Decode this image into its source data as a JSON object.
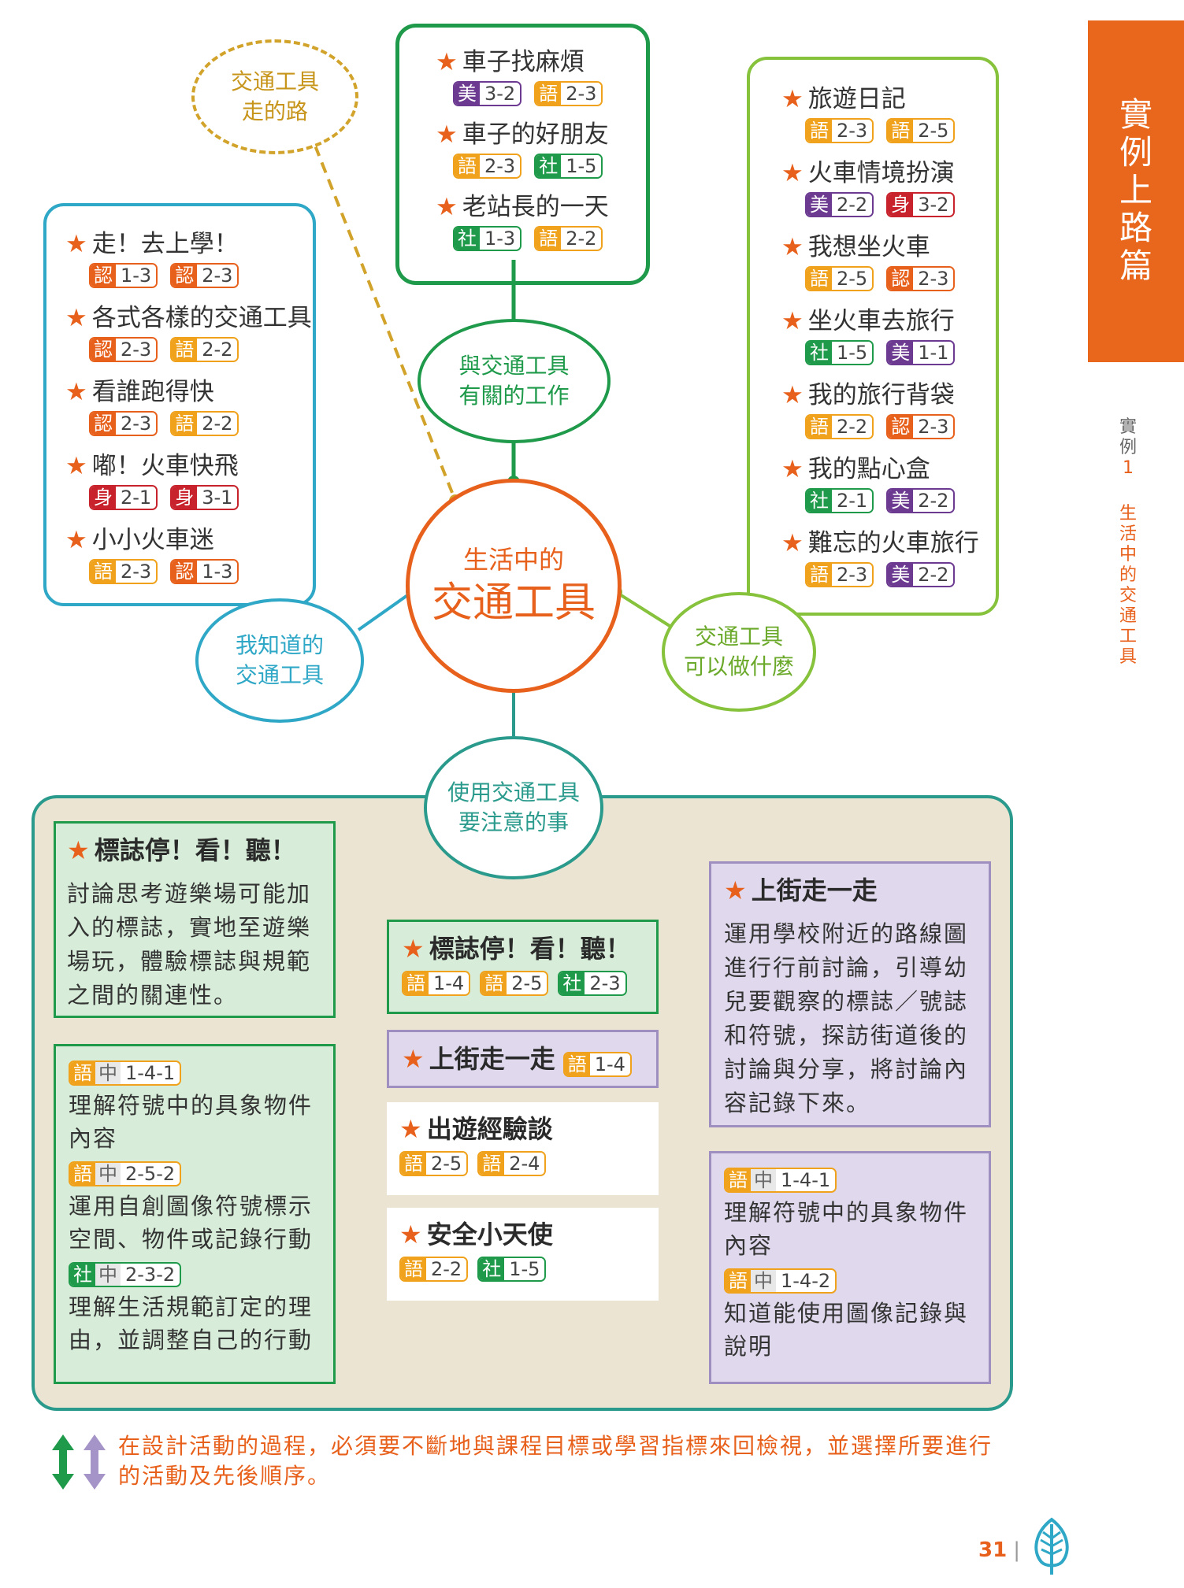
{
  "colors": {
    "orange": "#e8611c",
    "green": "#1e9a4a",
    "lime": "#86c23c",
    "teal": "#2fa7c6",
    "yellow": "#d2a32a",
    "purple": "#9f8fc0",
    "tan": "#ece4d2",
    "border_teal": "#2a9a8c"
  },
  "center": {
    "line1": "生活中的",
    "line2": "交通工具"
  },
  "topics": {
    "roads": [
      "交通工具",
      "走的路"
    ],
    "jobs": [
      "與交通工具",
      "有關的工作"
    ],
    "know": [
      "我知道的",
      "交通工具"
    ],
    "do": [
      "交通工具",
      "可以做什麼"
    ],
    "caution": [
      "使用交通工具",
      "要注意的事"
    ]
  },
  "star": "★",
  "jobs_list": [
    {
      "title": "車子找麻煩",
      "tags": [
        {
          "d": "美",
          "c": "3-2",
          "color": "#6c3b91"
        },
        {
          "d": "語",
          "c": "2-3",
          "color": "#f0a21c"
        }
      ]
    },
    {
      "title": "車子的好朋友",
      "tags": [
        {
          "d": "語",
          "c": "2-3",
          "color": "#f0a21c"
        },
        {
          "d": "社",
          "c": "1-5",
          "color": "#1e9a4a"
        }
      ]
    },
    {
      "title": "老站長的一天",
      "tags": [
        {
          "d": "社",
          "c": "1-3",
          "color": "#1e9a4a"
        },
        {
          "d": "語",
          "c": "2-2",
          "color": "#f0a21c"
        }
      ]
    }
  ],
  "know_list": [
    {
      "title": "走！去上學！",
      "tags": [
        {
          "d": "認",
          "c": "1-3",
          "color": "#e8611c"
        },
        {
          "d": "認",
          "c": "2-3",
          "color": "#e8611c"
        }
      ]
    },
    {
      "title": "各式各樣的交通工具",
      "tags": [
        {
          "d": "認",
          "c": "2-3",
          "color": "#e8611c"
        },
        {
          "d": "語",
          "c": "2-2",
          "color": "#f0a21c"
        }
      ]
    },
    {
      "title": "看誰跑得快",
      "tags": [
        {
          "d": "認",
          "c": "2-3",
          "color": "#e8611c"
        },
        {
          "d": "語",
          "c": "2-2",
          "color": "#f0a21c"
        }
      ]
    },
    {
      "title": "嘟！火車快飛",
      "tags": [
        {
          "d": "身",
          "c": "2-1",
          "color": "#c8232c"
        },
        {
          "d": "身",
          "c": "3-1",
          "color": "#c8232c"
        }
      ]
    },
    {
      "title": "小小火車迷",
      "tags": [
        {
          "d": "語",
          "c": "2-3",
          "color": "#f0a21c"
        },
        {
          "d": "認",
          "c": "1-3",
          "color": "#e8611c"
        }
      ]
    }
  ],
  "do_list": [
    {
      "title": "旅遊日記",
      "tags": [
        {
          "d": "語",
          "c": "2-3",
          "color": "#f0a21c"
        },
        {
          "d": "語",
          "c": "2-5",
          "color": "#f0a21c"
        }
      ]
    },
    {
      "title": "火車情境扮演",
      "tags": [
        {
          "d": "美",
          "c": "2-2",
          "color": "#6c3b91"
        },
        {
          "d": "身",
          "c": "3-2",
          "color": "#c8232c"
        }
      ]
    },
    {
      "title": "我想坐火車",
      "tags": [
        {
          "d": "語",
          "c": "2-5",
          "color": "#f0a21c"
        },
        {
          "d": "認",
          "c": "2-3",
          "color": "#e8611c"
        }
      ]
    },
    {
      "title": "坐火車去旅行",
      "tags": [
        {
          "d": "社",
          "c": "1-5",
          "color": "#1e9a4a"
        },
        {
          "d": "美",
          "c": "1-1",
          "color": "#6c3b91"
        }
      ]
    },
    {
      "title": "我的旅行背袋",
      "tags": [
        {
          "d": "語",
          "c": "2-2",
          "color": "#f0a21c"
        },
        {
          "d": "認",
          "c": "2-3",
          "color": "#e8611c"
        }
      ]
    },
    {
      "title": "我的點心盒",
      "tags": [
        {
          "d": "社",
          "c": "2-1",
          "color": "#1e9a4a"
        },
        {
          "d": "美",
          "c": "2-2",
          "color": "#6c3b91"
        }
      ]
    },
    {
      "title": "難忘的火車旅行",
      "tags": [
        {
          "d": "語",
          "c": "2-3",
          "color": "#f0a21c"
        },
        {
          "d": "美",
          "c": "2-2",
          "color": "#6c3b91"
        }
      ]
    }
  ],
  "caution": {
    "sign_card": {
      "title": "標誌停！看！聽！",
      "tags": [
        {
          "d": "語",
          "c": "1-4",
          "color": "#f0a21c"
        },
        {
          "d": "語",
          "c": "2-5",
          "color": "#f0a21c"
        },
        {
          "d": "社",
          "c": "2-3",
          "color": "#1e9a4a"
        }
      ]
    },
    "street_card": {
      "title": "上街走一走",
      "tags": [
        {
          "d": "語",
          "c": "1-4",
          "color": "#f0a21c"
        }
      ]
    },
    "trip_card": {
      "title": "出遊經驗談",
      "tags": [
        {
          "d": "語",
          "c": "2-5",
          "color": "#f0a21c"
        },
        {
          "d": "語",
          "c": "2-4",
          "color": "#f0a21c"
        }
      ]
    },
    "safe_card": {
      "title": "安全小天使",
      "tags": [
        {
          "d": "語",
          "c": "2-2",
          "color": "#f0a21c"
        },
        {
          "d": "社",
          "c": "1-5",
          "color": "#1e9a4a"
        }
      ]
    },
    "sign_desc": {
      "title": "標誌停！看！聽！",
      "text": [
        "討論思考遊樂場可能加",
        "入的標誌，實地至遊樂",
        "場玩，體驗標誌與規範",
        "之間的關連性。"
      ]
    },
    "street_desc": {
      "title": "上街走一走",
      "text": [
        "運用學校附近的路線圖",
        "進行行前討論，引導幼",
        "兒要觀察的標誌／號誌",
        "和符號，探訪街道後的",
        "討論與分享，將討論內",
        "容記錄下來。"
      ]
    },
    "left_indicators": [
      {
        "d": "語",
        "m": "中",
        "c": "1-4-1",
        "color": "#f0a21c",
        "text": [
          "理解符號中的具象物件",
          "內容"
        ]
      },
      {
        "d": "語",
        "m": "中",
        "c": "2-5-2",
        "color": "#f0a21c",
        "text": [
          "運用自創圖像符號標示",
          "空間、物件或記錄行動"
        ]
      },
      {
        "d": "社",
        "m": "中",
        "c": "2-3-2",
        "color": "#1e9a4a",
        "text": [
          "理解生活規範訂定的理",
          "由，並調整自己的行動"
        ]
      }
    ],
    "right_indicators": [
      {
        "d": "語",
        "m": "中",
        "c": "1-4-1",
        "color": "#f0a21c",
        "text": [
          "理解符號中的具象物件",
          "內容"
        ]
      },
      {
        "d": "語",
        "m": "中",
        "c": "1-4-2",
        "color": "#f0a21c",
        "text": [
          "知道能使用圖像記錄與",
          "說明"
        ]
      }
    ]
  },
  "footnote": [
    "在設計活動的過程，必須要不斷地與課程目標或學習指標來回檢視，並選擇所要進行",
    "的活動及先後順序。"
  ],
  "sidebar": {
    "tab": [
      "實",
      "例",
      "上",
      "路",
      "篇"
    ],
    "vertical_label": [
      "實",
      "例"
    ],
    "example_no": "1",
    "chapter": [
      "生",
      "活",
      "中",
      "的",
      "交",
      "通",
      "工",
      "具"
    ]
  },
  "page_number": "31"
}
